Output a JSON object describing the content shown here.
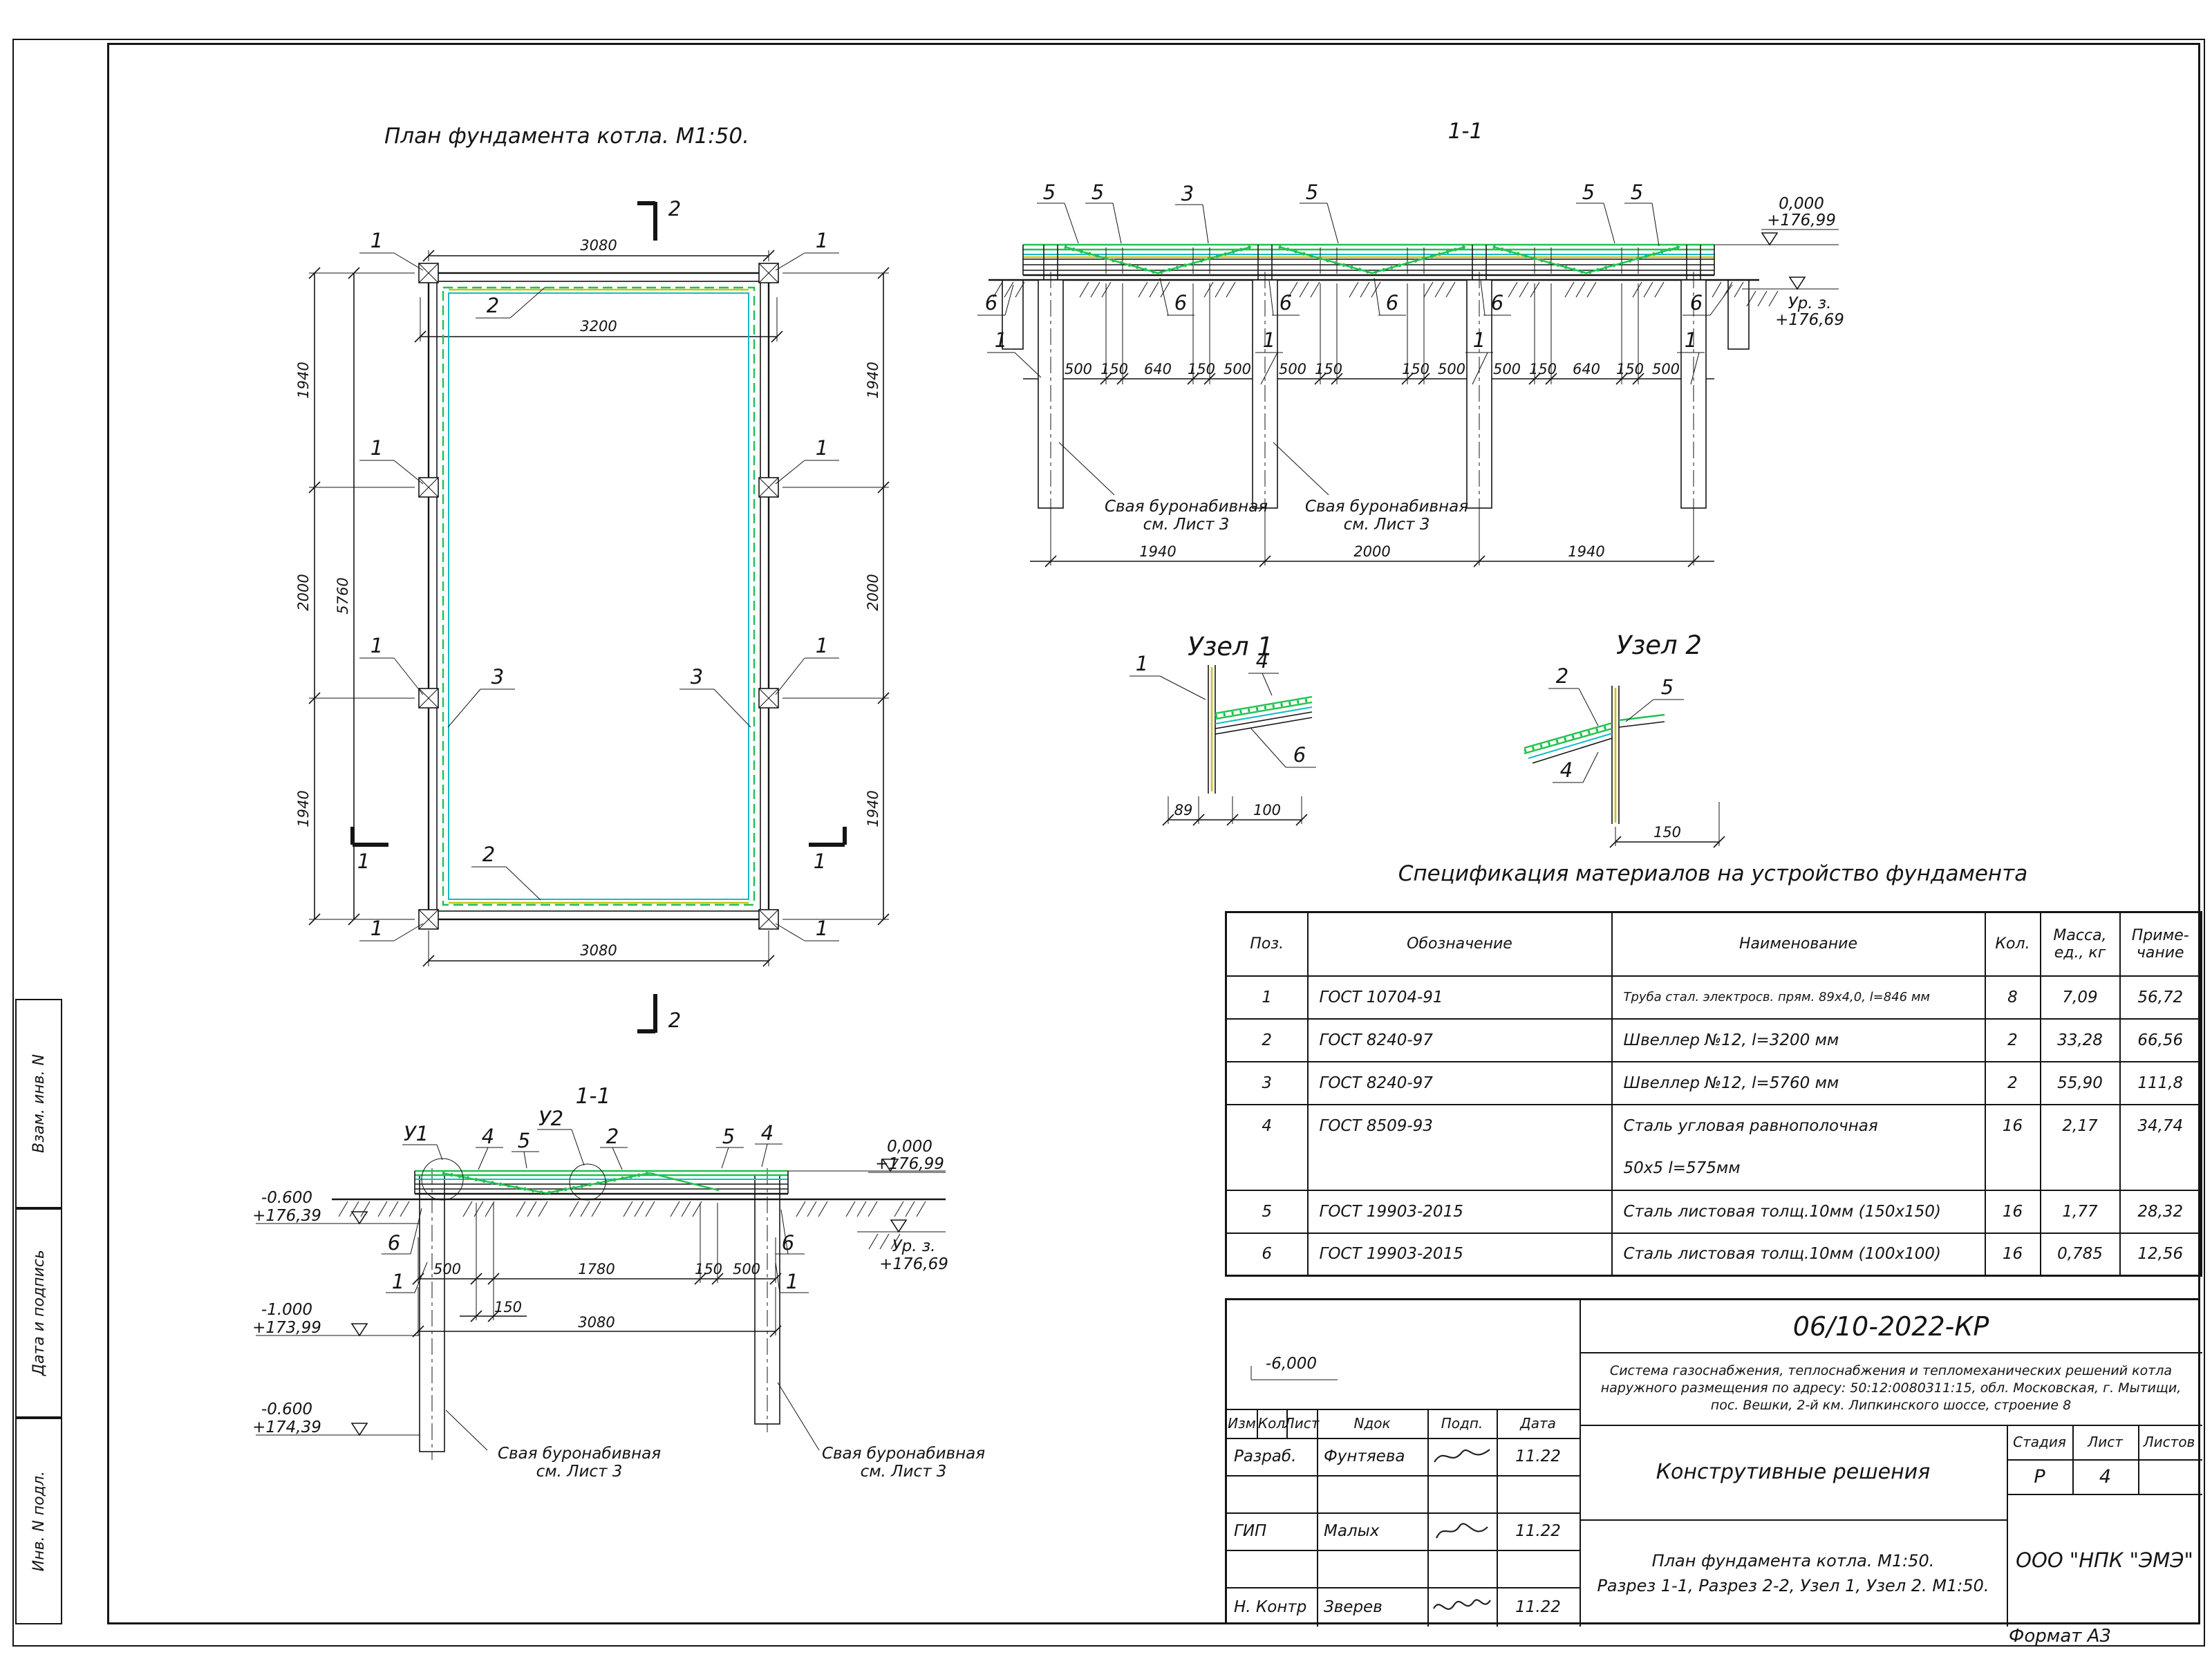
{
  "sheet": {
    "format": "Формат А3"
  },
  "stamps": {
    "vzam": "Взам. инв. N",
    "data_podp": "Дата и подпись",
    "inv": "Инв. N подл."
  },
  "titles": {
    "plan": "План фундамента котла. М1:50.",
    "section": "1-1",
    "node1": "Узел 1",
    "node2": "Узел 2",
    "spec": "Спецификация материалов на устройство фундамента"
  },
  "pos": {
    "p1": "1",
    "p2": "2",
    "p3": "3",
    "p4": "4",
    "p5": "5",
    "p6": "6",
    "u1": "У1",
    "u2": "У2"
  },
  "dims": {
    "d89": "89",
    "d100": "100",
    "d150": "150",
    "d500": "500",
    "d640": "640",
    "d1780": "1780",
    "d1940": "1940",
    "d2000": "2000",
    "d3080": "3080",
    "d3200": "3200",
    "d5760": "5760"
  },
  "elev": {
    "zero": "0,000",
    "zero_v": "+176,99",
    "ground": "Ур. з.",
    "ground_v": "+176,69",
    "m06": "-0.600",
    "m06_v": "+176,39",
    "m10": "-1.000",
    "m10_v": "+173,99",
    "m26": "-0.600",
    "m26_v": "+174,39",
    "m60": "-6,000"
  },
  "notes": {
    "pile_a": "Свая буронабивная",
    "pile_b": "см. Лист 3"
  },
  "spec": {
    "headers": [
      "Поз.",
      "Обозначение",
      "Наименование",
      "Кол.",
      "Масса, ед., кг",
      "Приме- чание"
    ],
    "rows": [
      [
        "1",
        "ГОСТ 10704-91",
        "Труба стал. электросв. прям. 89х4,0, l=846 мм",
        "8",
        "7,09",
        "56,72"
      ],
      [
        "2",
        "ГОСТ 8240-97",
        "Швеллер №12, l=3200 мм",
        "2",
        "33,28",
        "66,56"
      ],
      [
        "3",
        "ГОСТ 8240-97",
        "Швеллер №12, l=5760 мм",
        "2",
        "55,90",
        "111,8"
      ],
      [
        "4",
        "ГОСТ 8509-93",
        "Сталь угловая равнополочная",
        "16",
        "2,17",
        "34,74"
      ],
      [
        "",
        "",
        "50х5 l=575мм",
        "",
        "",
        ""
      ],
      [
        "5",
        "ГОСТ 19903-2015",
        "Сталь листовая толщ.10мм (150х150)",
        "16",
        "1,77",
        "28,32"
      ],
      [
        "6",
        "ГОСТ 19903-2015",
        "Сталь листовая толщ.10мм (100х100)",
        "16",
        "0,785",
        "12,56"
      ]
    ]
  },
  "titleblock": {
    "doc_number": "06/10-2022-КР",
    "description": "Система газоснабжения, теплоснабжения и тепломеханических решений котла наружного размещения по адресу: 50:12:0080311:15, обл. Московская, г. Мытищи, пос. Вешки, 2-й км. Липкинского шоссе, строение 8",
    "header": [
      "Изм",
      "Кол",
      "Лист",
      "Nдок",
      "Подп.",
      "Дата"
    ],
    "rows": [
      {
        "role": "Разраб.",
        "name": "Фунтяева",
        "date": "11.22"
      },
      {
        "role": "ГИП",
        "name": "Малых",
        "date": "11.22"
      },
      {
        "role": "Н. Контр",
        "name": "Зверев",
        "date": "11.22"
      }
    ],
    "section_name": "Конструтивные решения",
    "sheet_title_1": "План фундамента котла. М1:50.",
    "sheet_title_2": "Разрез 1-1, Разрез 2-2, Узел 1, Узел 2. М1:50.",
    "stage_label": "Стадия",
    "sheet_label": "Лист",
    "sheets_label": "Листов",
    "stage": "Р",
    "sheet_no": "4",
    "company": "ООО \"НПК \"ЭМЭ\""
  }
}
